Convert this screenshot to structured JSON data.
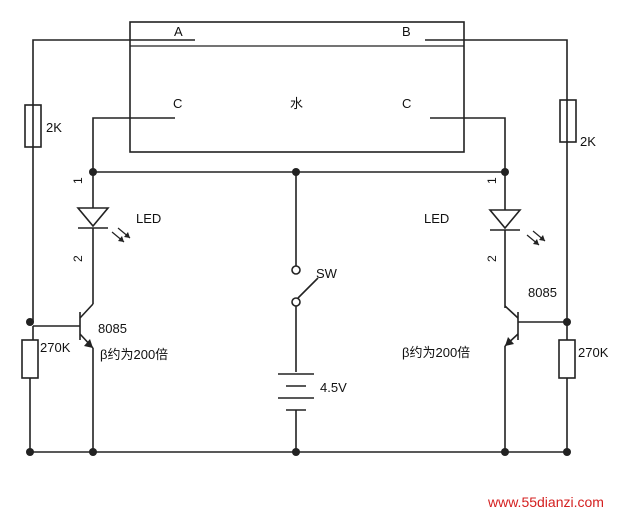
{
  "tank": {
    "label": "水",
    "electrode_a": "A",
    "electrode_b": "B",
    "electrode_c_left": "C",
    "electrode_c_right": "C"
  },
  "left": {
    "resistor_top": "2K",
    "resistor_bottom": "270K",
    "led": "LED",
    "pin1": "1",
    "pin2": "2",
    "transistor": "8085",
    "beta": "β约为200倍"
  },
  "right": {
    "resistor_top": "2K",
    "resistor_bottom": "270K",
    "led": "LED",
    "pin1": "1",
    "pin2": "2",
    "transistor": "8085",
    "beta": "β约为200倍"
  },
  "switch": {
    "label": "SW"
  },
  "battery": {
    "label": "4.5V"
  },
  "watermark": "www.55dianzi.com",
  "colors": {
    "line": "#222222",
    "watermark": "#d42020"
  }
}
